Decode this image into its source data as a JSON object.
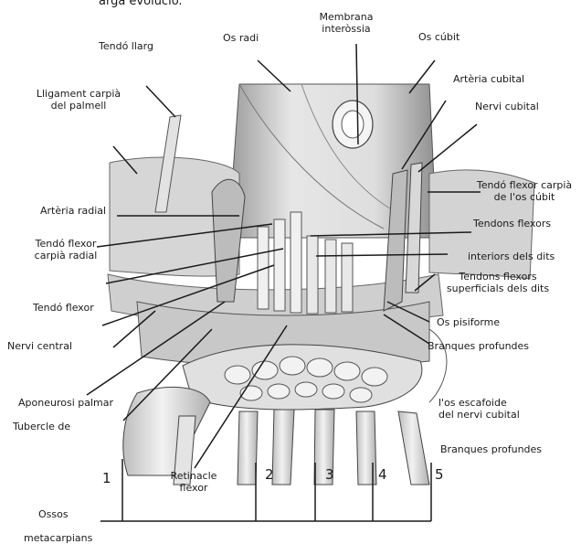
{
  "top_cut_text": "arga evolució.",
  "labels": {
    "tendo_llarg": "Tendó llarg",
    "os_radi": "Os radi",
    "membrana_1": "Membrana",
    "membrana_2": "interòssia",
    "os_cubit": "Os cúbit",
    "lligament_1": "Lligament carpià",
    "lligament_2": "del palmell",
    "arteria_cubital": "Artèria cubital",
    "nervi_cubital": "Nervi cubital",
    "tendo_flexor_cubit_1": "Tendó flexor carpià",
    "tendo_flexor_cubit_2": "de l'os cúbit",
    "arteria_radial": "Artèria radial",
    "tendons_flexors": "Tendons flexors",
    "interiors_dits": "interiors dels dits",
    "tendo_flexor_radial_1": "Tendó flexor",
    "tendo_flexor_radial_2": "carpià radial",
    "tendons_superficials_1": "Tendons flexors",
    "tendons_superficials_2": "superficials dels dits",
    "tendo_flexor": "Tendó flexor",
    "os_pisiforme": "Os pisiforme",
    "nervi_central": "Nervi central",
    "branques_profundes_1": "Branques profundes",
    "aponeurosi": "Aponeurosi palmar",
    "os_escafoide_1": "l'os escafoide",
    "os_escafoide_2": "del nervi cubital",
    "tubercle": "Tubercle de",
    "retinacle_1": "Retinacle",
    "retinacle_2": "flexor",
    "branques_profundes_2": "Branques profundes",
    "ossos_1": "Ossos",
    "ossos_2": "metacarpians"
  },
  "metacarpal_numbers": [
    "1",
    "2",
    "3",
    "4",
    "5"
  ],
  "colors": {
    "ink": "#1a1a1a",
    "tissue": "#d9d9d9",
    "tissue_dark": "#8c8c8c",
    "bone": "#eeeeee"
  }
}
